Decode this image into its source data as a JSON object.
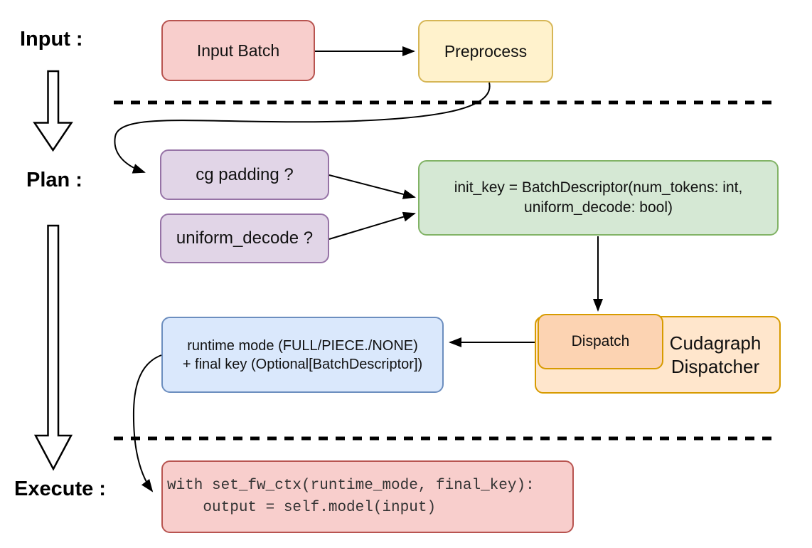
{
  "stages": {
    "input_label": "Input :",
    "plan_label": "Plan :",
    "execute_label": "Execute :"
  },
  "nodes": {
    "input_batch": {
      "label": "Input Batch"
    },
    "preprocess": {
      "label": "Preprocess"
    },
    "cg_padding": {
      "label": "cg padding ?"
    },
    "uniform_decode": {
      "label": "uniform_decode ?"
    },
    "init_key": {
      "line1": "init_key = BatchDescriptor(num_tokens: int,",
      "line2": "uniform_decode: bool)"
    },
    "dispatch": {
      "label": "Dispatch"
    },
    "cudagraph_dispatcher": {
      "line1": "Cudagraph",
      "line2": "Dispatcher"
    },
    "runtime_mode": {
      "line1": "runtime mode (FULL/PIECE./NONE)",
      "line2": "+ final key (Optional[BatchDescriptor])"
    },
    "execute_code": {
      "line1": "with set_fw_ctx(runtime_mode, final_key):",
      "line2": "    output = self.model(input)"
    }
  },
  "colors": {
    "red_fill": "#f8cecc",
    "red_border": "#b85450",
    "yellow_fill": "#fff2cc",
    "yellow_border": "#d6b656",
    "purple_fill": "#e1d5e7",
    "purple_border": "#9673a6",
    "green_fill": "#d5e8d4",
    "green_border": "#82b366",
    "orange_outer_fill": "#ffe6cc",
    "orange_inner_fill": "#fcd3b2",
    "orange_border": "#d79b00",
    "blue_fill": "#dae8fc",
    "blue_border": "#6c8ebf",
    "connector": "#000000"
  }
}
